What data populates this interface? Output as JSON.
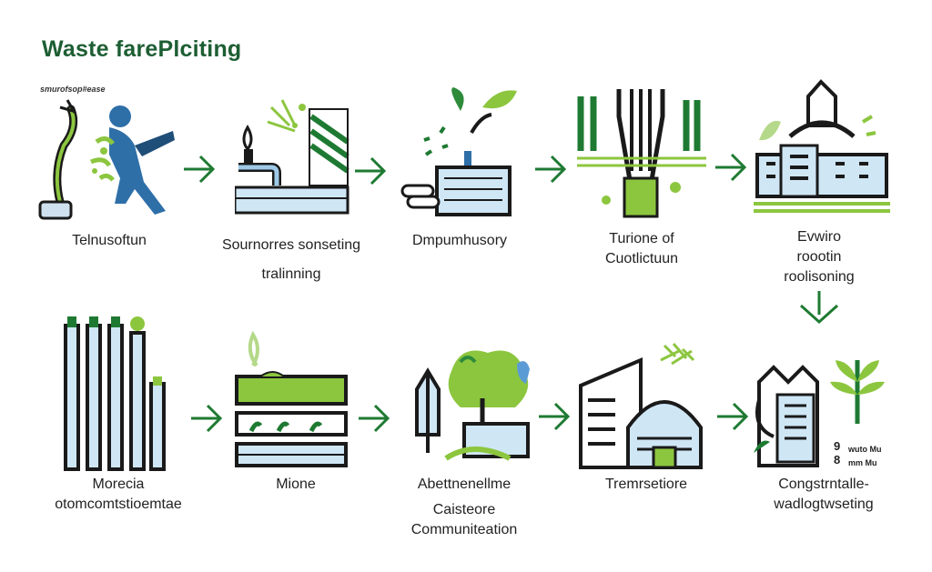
{
  "title": "Waste farePlciting",
  "tiny_caption": "sтurofsop#ease",
  "row1": [
    {
      "line1": "Telnusoftun",
      "line2": ""
    },
    {
      "line1": "Sournorres sonseting",
      "line2": "tralinning"
    },
    {
      "line1": "Dmpumhusory",
      "line2": ""
    },
    {
      "line1": "Turione of",
      "line2": "Cuotlictuun"
    },
    {
      "line1": "Evwiro",
      "line2": "roootin",
      "line3": "roolisoning"
    }
  ],
  "row2": [
    {
      "line1": "Morecia",
      "line2": "otomcomtstioemtae"
    },
    {
      "line1": "Mione",
      "line2": ""
    },
    {
      "line1": "Abettnenellme",
      "line2": "Caisteore",
      "line3": "Communiteation"
    },
    {
      "line1": "Tremrsetiore",
      "line2": ""
    },
    {
      "line1": "Congstrntalle-",
      "line2": "wadlogtwseting"
    }
  ],
  "tags": {
    "t1": "9",
    "t2": "wuto Mu",
    "t3": "8",
    "t4": "mm Mu"
  },
  "colors": {
    "green_dark": "#1e7a32",
    "green_light": "#8cc63f",
    "blue": "#5b9bd5",
    "navy": "#1f4e79",
    "ink": "#1a1a1a"
  }
}
